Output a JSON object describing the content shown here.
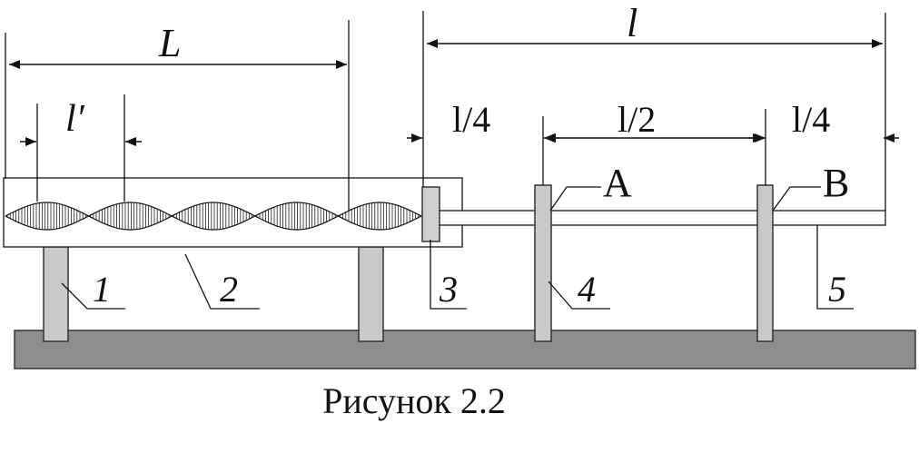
{
  "dimensions": {
    "L": "L",
    "l": "l",
    "l_prime": "l′",
    "quarter_left": "l/4",
    "half": "l/2",
    "quarter_right": "l/4"
  },
  "points": {
    "A": "A",
    "B": "B"
  },
  "callouts": [
    "1",
    "2",
    "3",
    "4",
    "5"
  ],
  "wave": {
    "antinodes": 5
  },
  "caption": "Рисунок 2.2"
}
